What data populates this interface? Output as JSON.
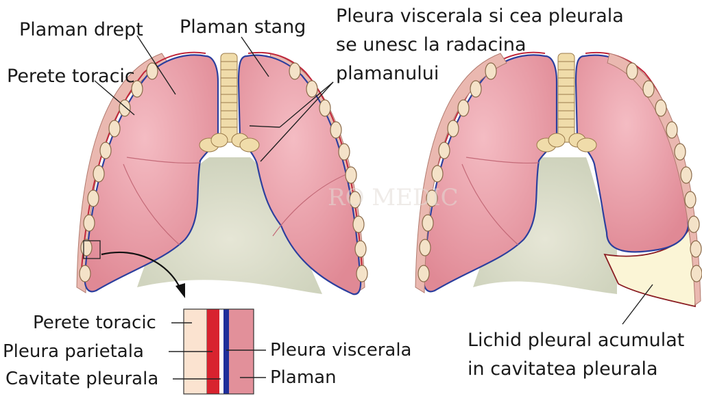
{
  "labels": {
    "right_lung": "Plaman drept",
    "left_lung": "Plaman stang",
    "chest_wall": "Perete toracic",
    "pleura_join_line1": "Pleura viscerala si cea pleurala",
    "pleura_join_line2": "se unesc la radacina",
    "pleura_join_line3": "plamanului",
    "effusion_line1": "Lichid pleural acumulat",
    "effusion_line2": "in cavitatea pleurala"
  },
  "inset": {
    "chest_wall": "Perete toracic",
    "parietal_pleura": "Pleura parietala",
    "pleural_cavity": "Cavitate pleurala",
    "visceral_pleura": "Pleura viscerala",
    "lung": "Plaman"
  },
  "watermark": "RO MEDIC",
  "colors": {
    "lung_fill": "#e2909a",
    "lung_highlight": "#f2b3bb",
    "mediastinum": "#d8dcc8",
    "parietal_pleura": "#c0263a",
    "visceral_pleura": "#2c3f9e",
    "rib_fill": "#f4e2c8",
    "rib_stroke": "#8a6a4a",
    "chest_wall_band": "#eab8b0",
    "effusion_fluid": "#fbf5d6",
    "trachea": "#f0dcaa",
    "skin_layer": "#fbe3d0"
  }
}
